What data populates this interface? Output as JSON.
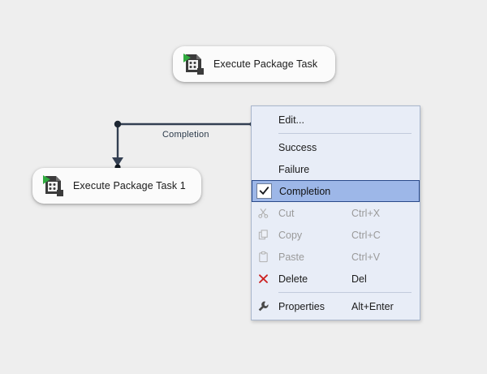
{
  "canvas": {
    "background_color": "#eeeeee"
  },
  "nodes": [
    {
      "id": "execute-package-task",
      "label": "Execute Package Task",
      "icon": "execute-package-task-icon"
    },
    {
      "id": "execute-package-task-1",
      "label": "Execute Package Task 1",
      "icon": "execute-package-task-icon"
    }
  ],
  "connector": {
    "label": "Completion",
    "color": "#333f52",
    "arrow": "arrow-down"
  },
  "context_menu": {
    "highlight_color": "#9db7e8",
    "background_color": "#e8edf7",
    "border_color": "#a9b6cc",
    "items": [
      {
        "label": "Edit...",
        "shortcut": "",
        "icon": "",
        "state": "enabled",
        "checked": false,
        "separator_after": true
      },
      {
        "label": "Success",
        "shortcut": "",
        "icon": "",
        "state": "enabled",
        "checked": false,
        "separator_after": false
      },
      {
        "label": "Failure",
        "shortcut": "",
        "icon": "",
        "state": "enabled",
        "checked": false,
        "separator_after": false
      },
      {
        "label": "Completion",
        "shortcut": "",
        "icon": "check-icon",
        "state": "selected",
        "checked": true,
        "separator_after": false
      },
      {
        "label": "Cut",
        "shortcut": "Ctrl+X",
        "icon": "scissors-icon",
        "state": "disabled",
        "checked": false,
        "separator_after": false
      },
      {
        "label": "Copy",
        "shortcut": "Ctrl+C",
        "icon": "copy-icon",
        "state": "disabled",
        "checked": false,
        "separator_after": false
      },
      {
        "label": "Paste",
        "shortcut": "Ctrl+V",
        "icon": "clipboard-icon",
        "state": "disabled",
        "checked": false,
        "separator_after": false
      },
      {
        "label": "Delete",
        "shortcut": "Del",
        "icon": "red-x-icon",
        "state": "enabled",
        "checked": false,
        "separator_after": true
      },
      {
        "label": "Properties",
        "shortcut": "Alt+Enter",
        "icon": "wrench-icon",
        "state": "enabled",
        "checked": false,
        "separator_after": false
      }
    ]
  }
}
